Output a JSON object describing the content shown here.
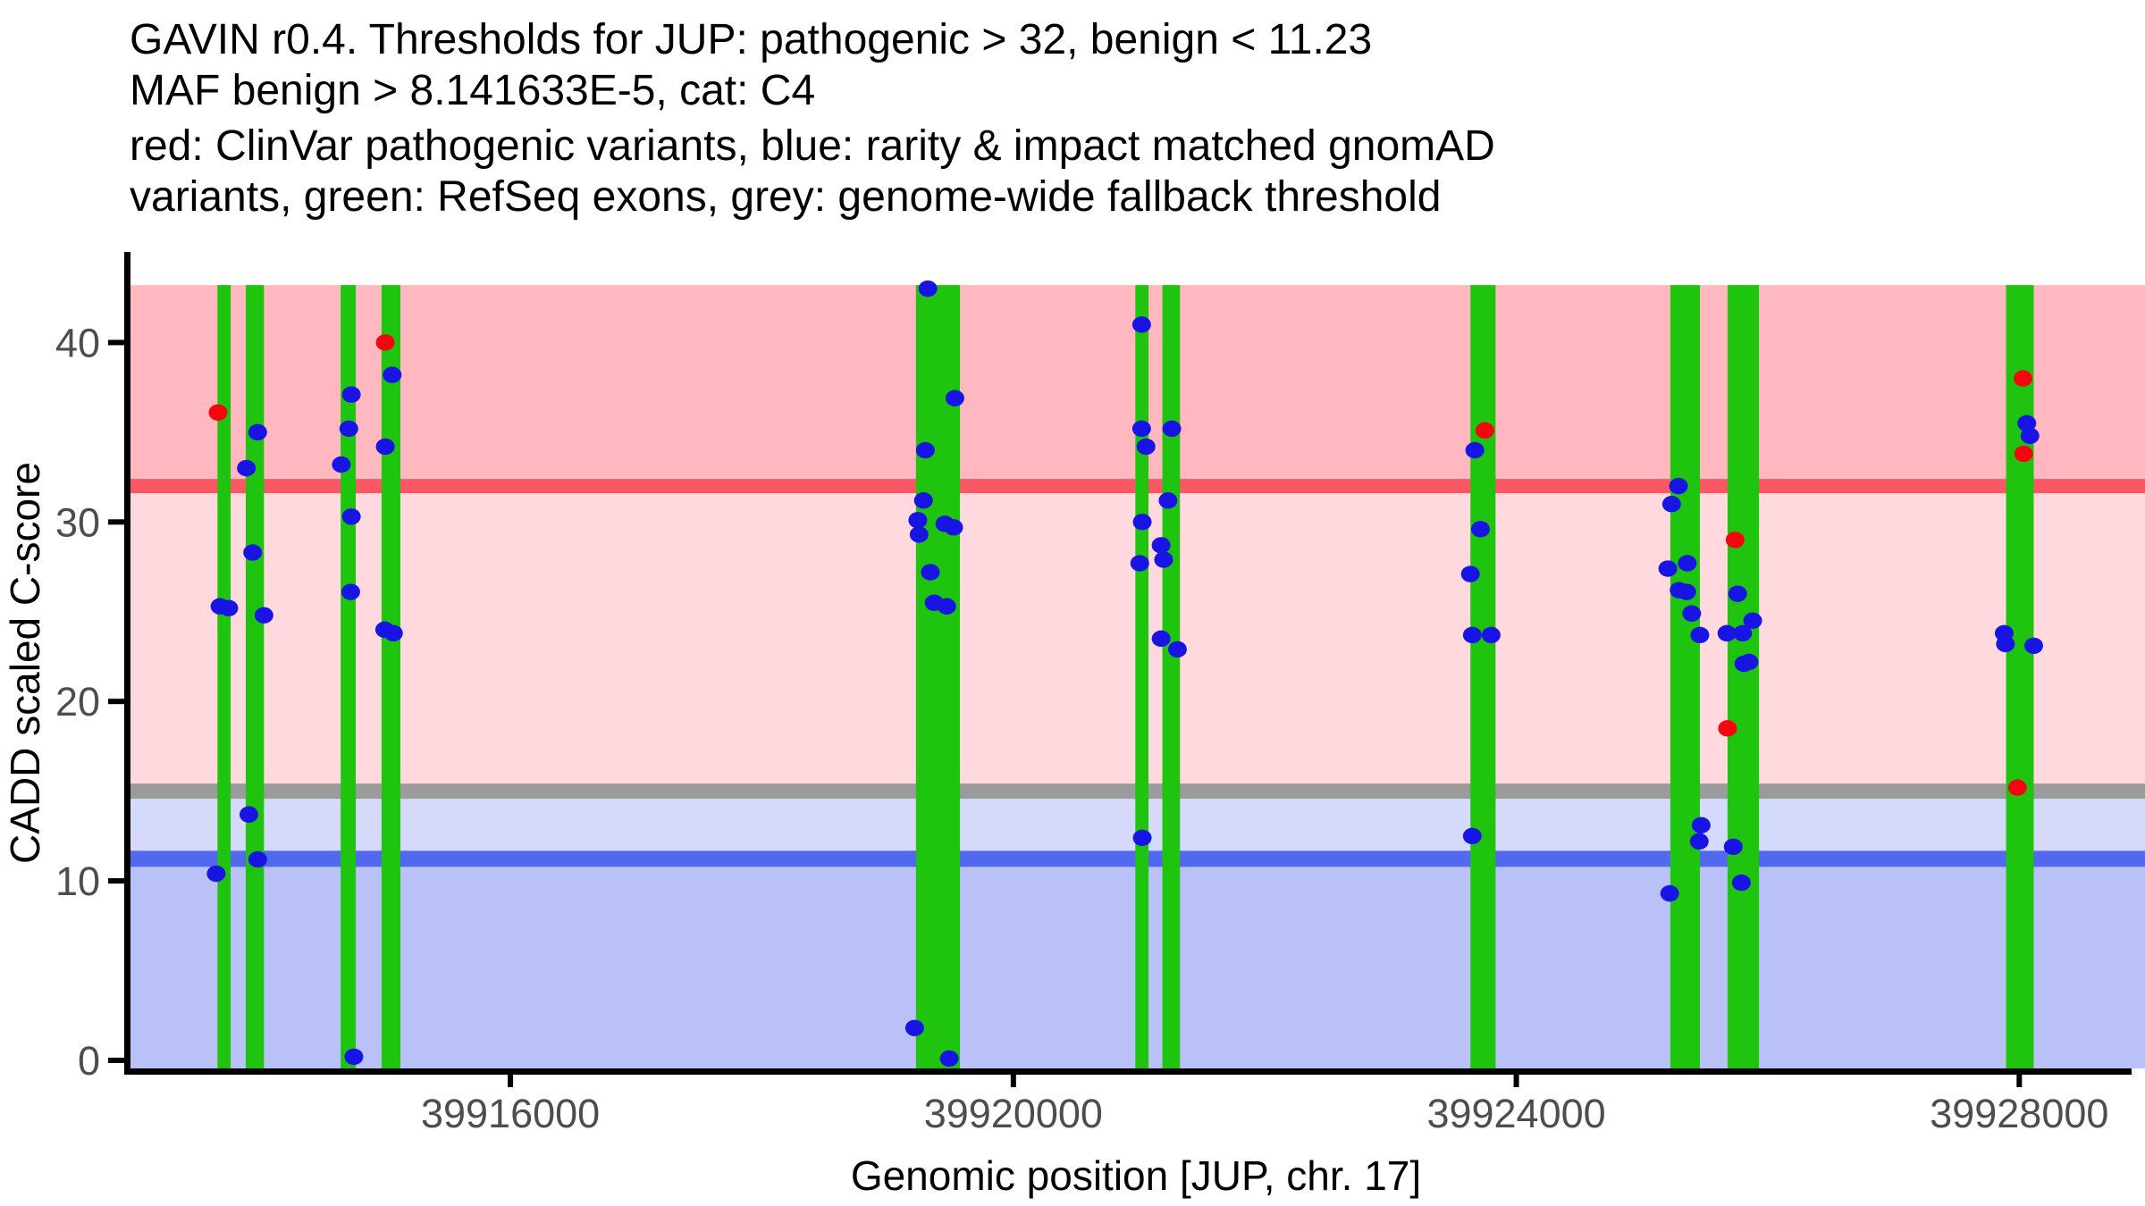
{
  "title_lines": [
    "GAVIN r0.4. Thresholds for JUP: pathogenic > 32, benign < 11.23",
    "MAF benign > 8.141633E-5, cat: C4",
    "red: ClinVar pathogenic variants, blue: rarity & impact matched gnomAD",
    "variants, green: RefSeq exons, grey: genome-wide fallback threshold"
  ],
  "colors": {
    "band_pathogenic": "#ffb8bf",
    "band_vus_high": "#ffd9dd",
    "band_vus_low": "#d5dafa",
    "band_benign": "#bac1f7",
    "threshold_pathogenic_line": "#f95763",
    "threshold_fallback_line": "#9b9b9b",
    "threshold_benign_line": "#5268ef",
    "exon_green": "#1ec40d",
    "gnomad_blue": "#1714e4",
    "clinvar_red": "#f5060f",
    "axis_black": "#000000",
    "tick_grey": "#4d4d4d"
  },
  "chart_data": {
    "type": "scatter",
    "title": "GAVIN r0.4. Thresholds for JUP: pathogenic > 32, benign < 11.23; MAF benign > 8.141633E-5, cat: C4",
    "xlabel": "Genomic position [JUP, chr. 17]",
    "ylabel": "CADD scaled C-score",
    "x_domain": [
      39912950,
      39929000
    ],
    "y_domain": [
      -0.65,
      44.9
    ],
    "x_ticks": [
      39916000,
      39920000,
      39924000,
      39928000
    ],
    "y_ticks": [
      0,
      10,
      20,
      30,
      40
    ],
    "shade_top": 43.2,
    "shade_bottom": -0.45,
    "thresholds": {
      "pathogenic": 32,
      "genome_wide_fallback": 15,
      "benign": 11.23
    },
    "threshold_lines": [
      {
        "name": "genome-wide-fallback",
        "value": 15,
        "thickness": 17,
        "color_key": "threshold_fallback_line"
      },
      {
        "name": "benign",
        "value": 11.23,
        "thickness": 18,
        "color_key": "threshold_benign_line"
      },
      {
        "name": "pathogenic",
        "value": 32,
        "thickness": 16,
        "color_key": "threshold_pathogenic_line"
      }
    ],
    "bands": [
      {
        "name": "pathogenic-zone",
        "from": 32,
        "to": 43.2,
        "color_key": "band_pathogenic"
      },
      {
        "name": "vus-upper-zone",
        "from": 15,
        "to": 32,
        "color_key": "band_vus_high"
      },
      {
        "name": "vus-lower-zone",
        "from": 11.23,
        "to": 15,
        "color_key": "band_vus_low"
      },
      {
        "name": "benign-zone",
        "from": -0.45,
        "to": 11.23,
        "color_key": "band_benign"
      }
    ],
    "exons": [
      [
        39913670,
        39913775
      ],
      [
        39913895,
        39914040
      ],
      [
        39914650,
        39914770
      ],
      [
        39914975,
        39915125
      ],
      [
        39919225,
        39919575
      ],
      [
        39920970,
        39921075
      ],
      [
        39921185,
        39921325
      ],
      [
        39923635,
        39923835
      ],
      [
        39925225,
        39925460
      ],
      [
        39925680,
        39925930
      ],
      [
        39927895,
        39928115
      ]
    ],
    "series": [
      {
        "name": "rarity & impact matched gnomAD variants",
        "color_key": "gnomad_blue",
        "point_name": "gnomad-variant-point",
        "points": [
          [
            39913660,
            10.4
          ],
          [
            39913690,
            25.3
          ],
          [
            39913760,
            25.2
          ],
          [
            39913900,
            33.0
          ],
          [
            39913920,
            13.7
          ],
          [
            39913950,
            28.3
          ],
          [
            39913990,
            35.0
          ],
          [
            39913990,
            11.2
          ],
          [
            39914040,
            24.8
          ],
          [
            39914735,
            37.1
          ],
          [
            39914715,
            35.2
          ],
          [
            39914655,
            33.2
          ],
          [
            39914735,
            30.3
          ],
          [
            39914730,
            26.1
          ],
          [
            39914755,
            0.2
          ],
          [
            39915060,
            38.2
          ],
          [
            39915005,
            34.2
          ],
          [
            39915000,
            24.0
          ],
          [
            39915070,
            23.8
          ],
          [
            39919320,
            43.0
          ],
          [
            39919535,
            36.9
          ],
          [
            39919300,
            34.0
          ],
          [
            39919285,
            31.2
          ],
          [
            39919240,
            30.1
          ],
          [
            39919250,
            29.3
          ],
          [
            39919455,
            29.9
          ],
          [
            39919525,
            29.7
          ],
          [
            39919340,
            27.2
          ],
          [
            39919370,
            25.5
          ],
          [
            39919470,
            25.3
          ],
          [
            39919215,
            1.8
          ],
          [
            39919490,
            0.1
          ],
          [
            39921020,
            41.0
          ],
          [
            39921020,
            35.2
          ],
          [
            39921260,
            35.2
          ],
          [
            39921055,
            34.2
          ],
          [
            39921230,
            31.2
          ],
          [
            39921025,
            30.0
          ],
          [
            39921175,
            28.7
          ],
          [
            39921195,
            27.9
          ],
          [
            39921005,
            27.7
          ],
          [
            39921175,
            23.5
          ],
          [
            39921305,
            22.9
          ],
          [
            39921025,
            12.4
          ],
          [
            39923670,
            34.0
          ],
          [
            39923715,
            29.6
          ],
          [
            39923635,
            27.1
          ],
          [
            39923650,
            23.7
          ],
          [
            39923800,
            23.7
          ],
          [
            39923650,
            12.5
          ],
          [
            39925290,
            32.0
          ],
          [
            39925235,
            31.0
          ],
          [
            39925205,
            27.4
          ],
          [
            39925360,
            27.7
          ],
          [
            39925295,
            26.2
          ],
          [
            39925355,
            26.1
          ],
          [
            39925395,
            24.9
          ],
          [
            39925460,
            23.7
          ],
          [
            39925760,
            26.0
          ],
          [
            39925675,
            23.8
          ],
          [
            39925800,
            23.8
          ],
          [
            39925880,
            24.5
          ],
          [
            39925850,
            22.2
          ],
          [
            39925810,
            22.1
          ],
          [
            39925470,
            13.1
          ],
          [
            39925455,
            12.2
          ],
          [
            39925725,
            11.9
          ],
          [
            39925790,
            9.9
          ],
          [
            39925220,
            9.3
          ],
          [
            39928060,
            35.5
          ],
          [
            39928085,
            34.8
          ],
          [
            39927880,
            23.8
          ],
          [
            39927890,
            23.2
          ],
          [
            39928115,
            23.1
          ]
        ]
      },
      {
        "name": "ClinVar pathogenic variants",
        "color_key": "clinvar_red",
        "point_name": "clinvar-variant-point",
        "points": [
          [
            39913675,
            36.1
          ],
          [
            39915005,
            40.0
          ],
          [
            39923750,
            35.1
          ],
          [
            39925740,
            29.0
          ],
          [
            39925680,
            18.5
          ],
          [
            39928030,
            38.0
          ],
          [
            39928035,
            33.8
          ],
          [
            39927985,
            15.2
          ]
        ]
      }
    ],
    "legend_position": "none",
    "grid": false
  },
  "layout_text": {
    "note": ""
  }
}
